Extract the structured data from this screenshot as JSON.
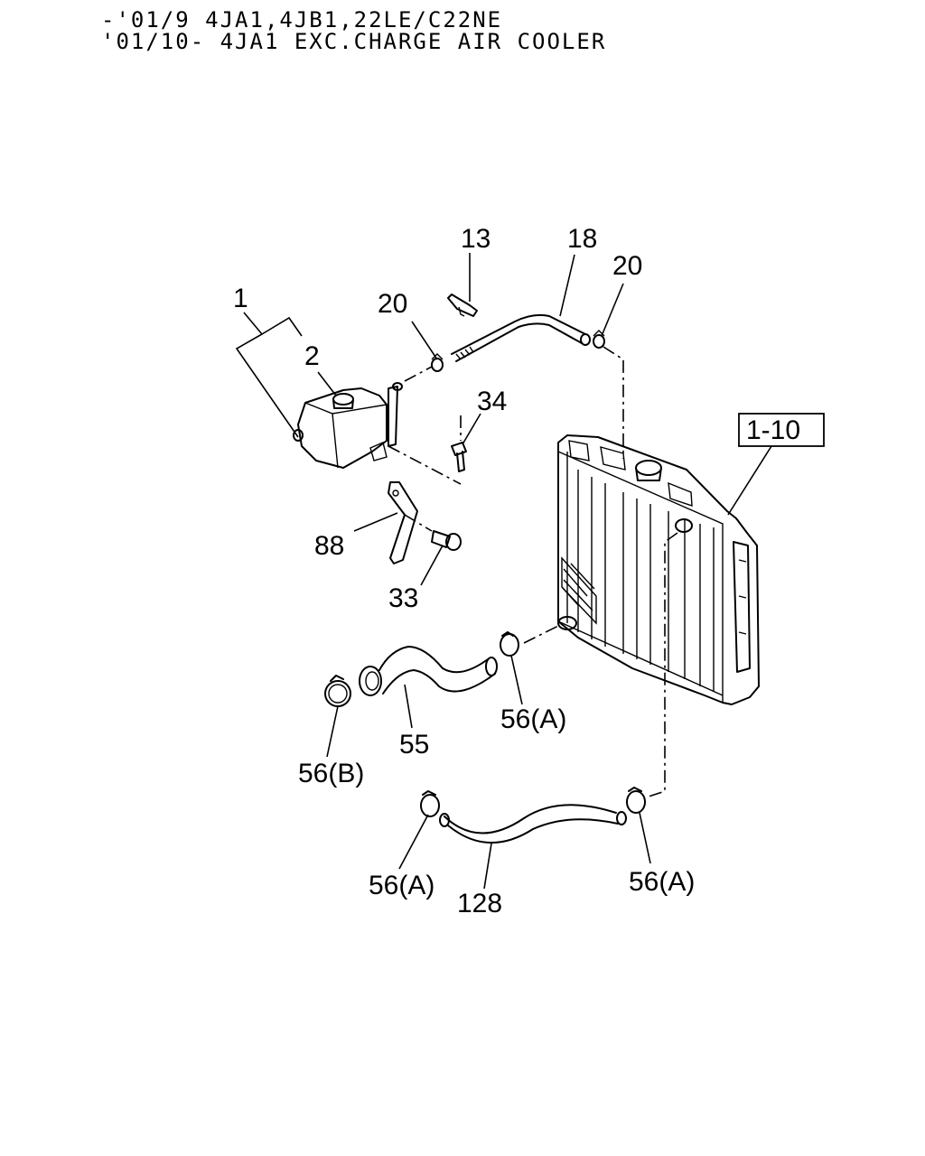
{
  "header": {
    "line1": "-'01/9 4JA1,4JB1,22LE/C22NE",
    "line2": "'01/10- 4JA1 EXC.CHARGE AIR COOLER"
  },
  "callouts": {
    "c1": "1",
    "c2": "2",
    "c13": "13",
    "c18": "18",
    "c20a": "20",
    "c20b": "20",
    "c34": "34",
    "c88": "88",
    "c33": "33",
    "c110": "1-10",
    "c55": "55",
    "c56b": "56(B)",
    "c56a_upper": "56(A)",
    "c56a_left": "56(A)",
    "c56a_right": "56(A)",
    "c128": "128"
  }
}
